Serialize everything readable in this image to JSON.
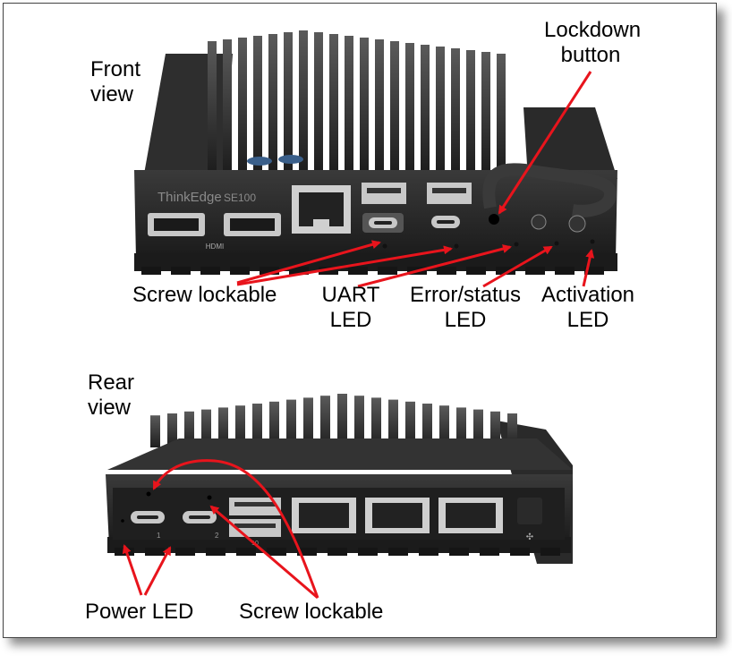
{
  "views": {
    "front": "Front\nview",
    "rear": "Rear\nview"
  },
  "device": {
    "brand": "ThinkEdge",
    "model": "SE100",
    "hdmi_label": "HDMI"
  },
  "callouts": {
    "lockdown_button": [
      "Lockdown",
      "button"
    ],
    "screw_lockable_front": "Screw lockable",
    "uart_led": [
      "UART",
      "LED"
    ],
    "error_status_led": [
      "Error/status",
      "LED"
    ],
    "activation_led": [
      "Activation",
      "LED"
    ],
    "power_led": "Power LED",
    "screw_lockable_rear": "Screw lockable"
  },
  "port_marks": {
    "usbc_1": "1",
    "usbc_2": "2",
    "usb_10g": "10"
  },
  "colors": {
    "arrow": "#e8141c",
    "chassis": "#2a2a2a",
    "chassis_dark": "#141414",
    "chassis_light": "#4a4a4a",
    "port_silver": "#c8c8c8",
    "label_text": "#000000"
  }
}
